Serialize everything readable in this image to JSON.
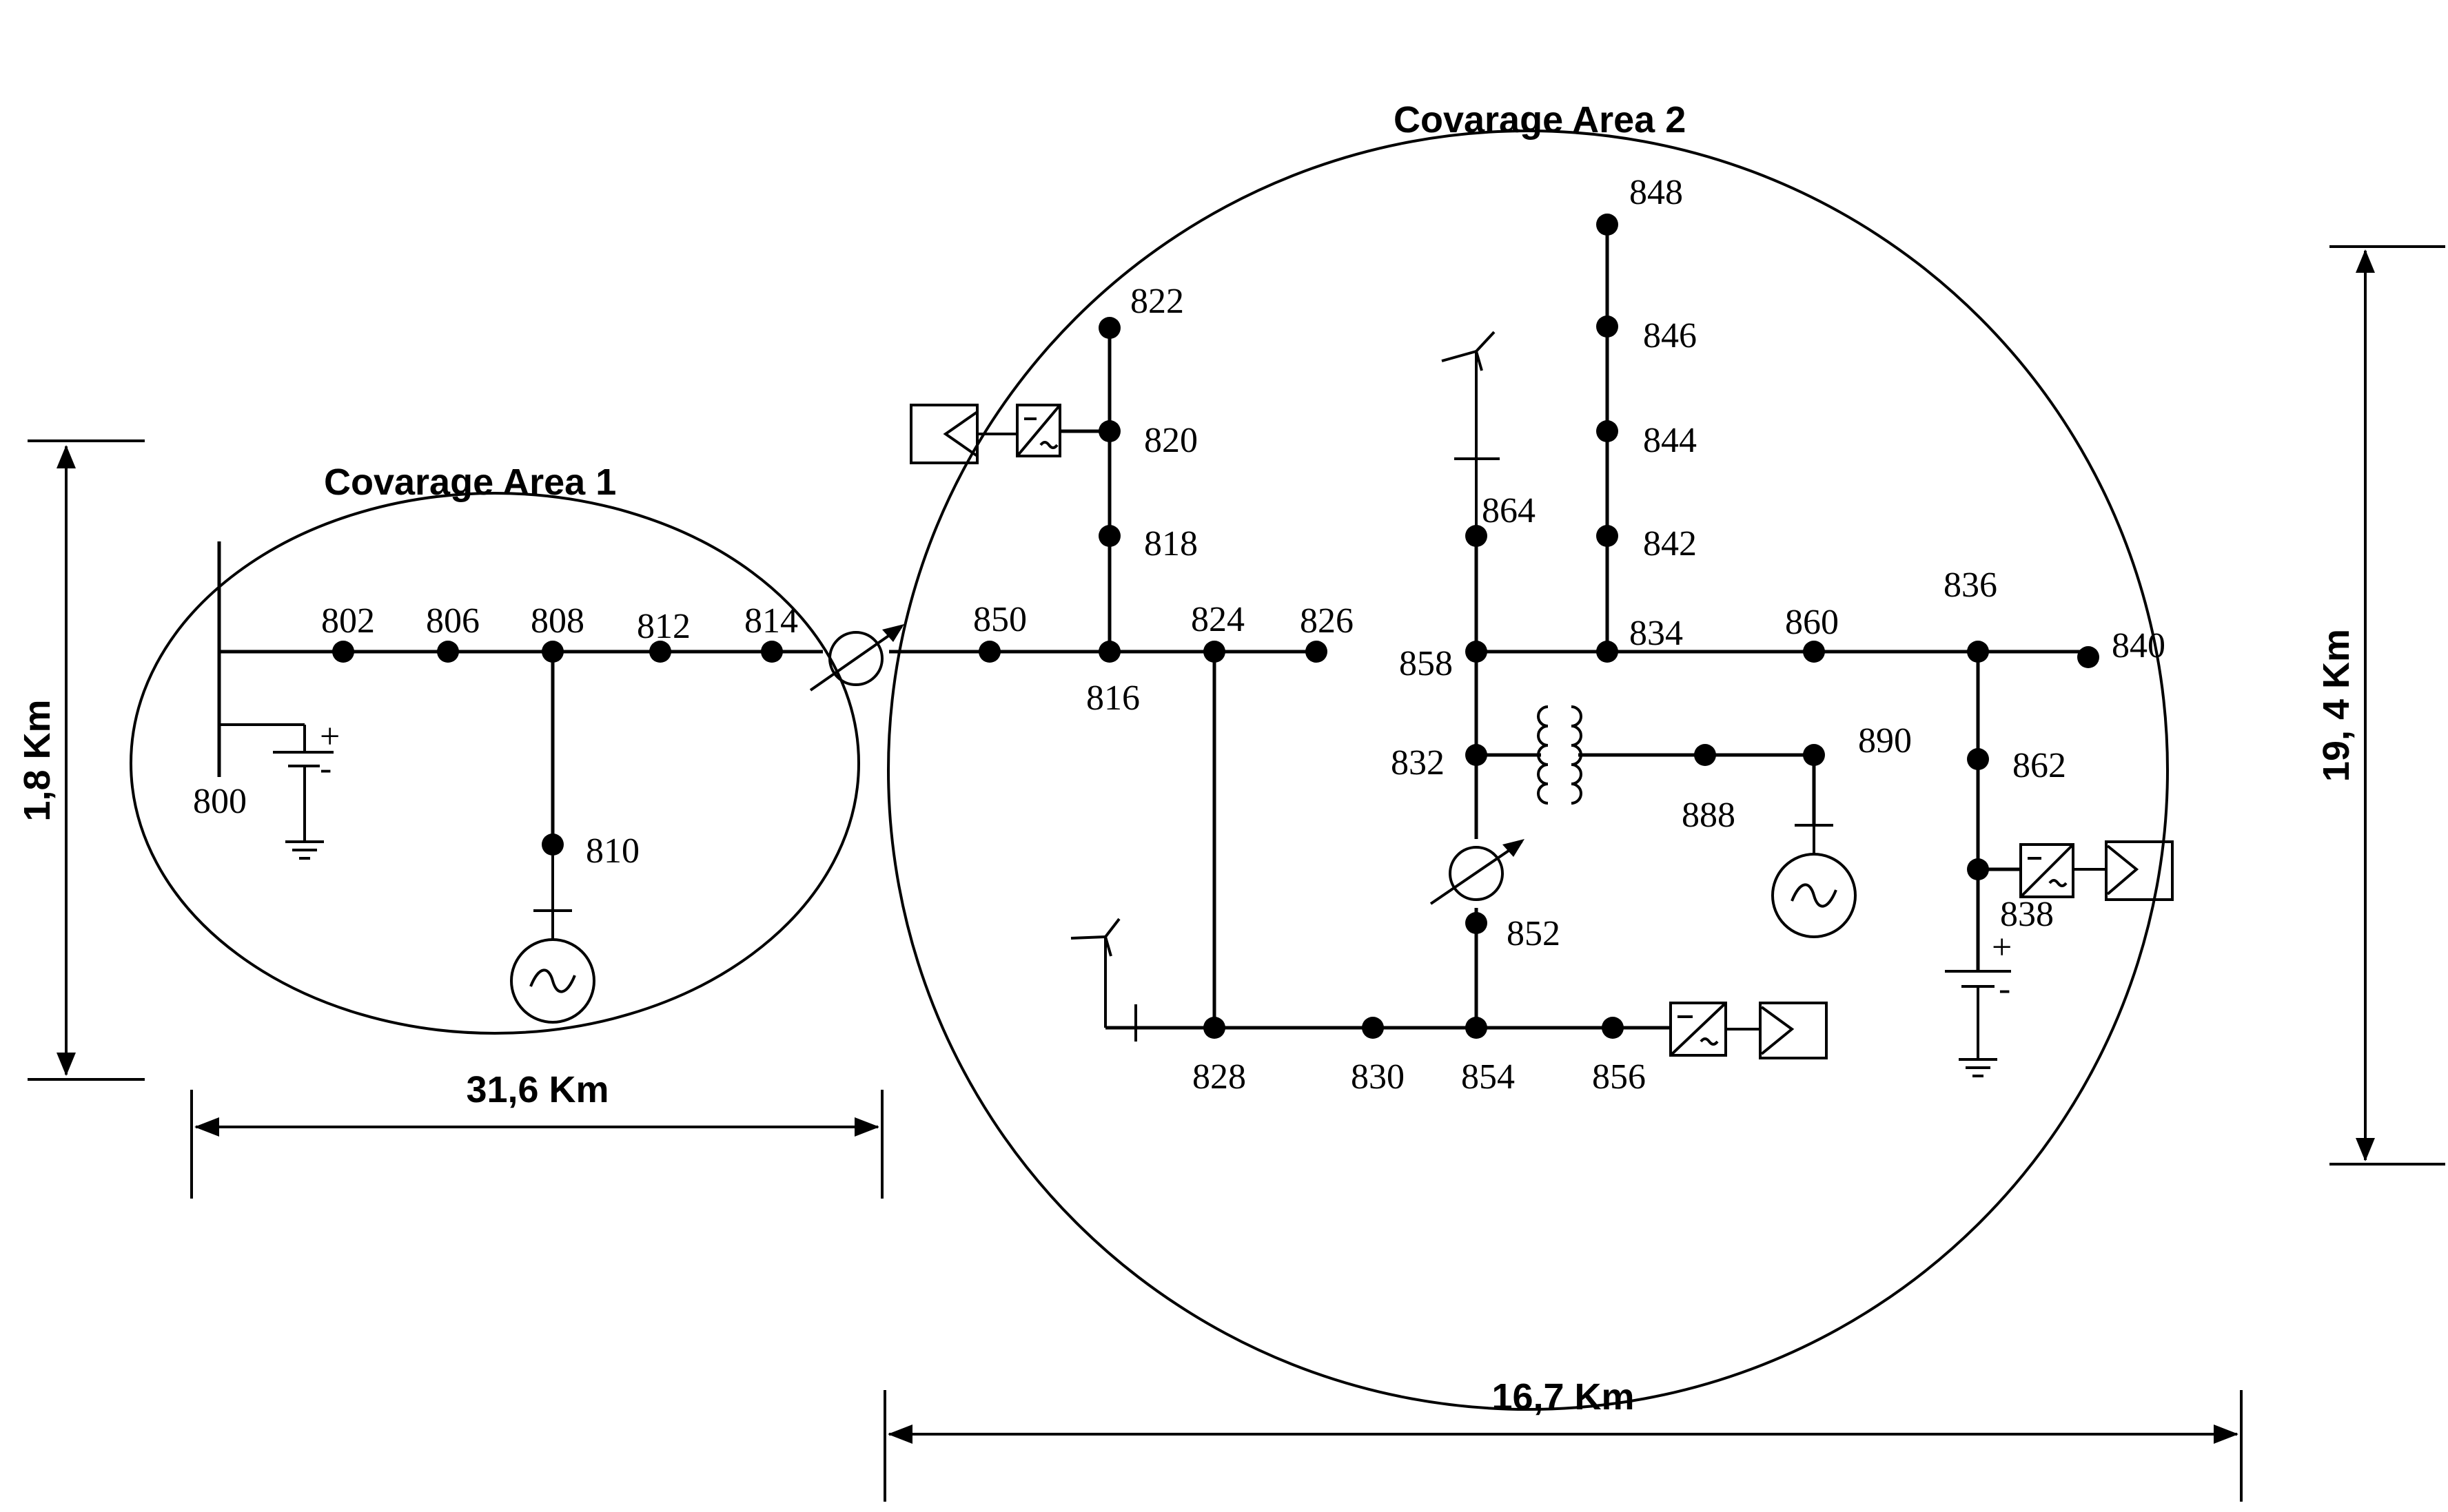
{
  "areas": [
    {
      "id": "area1",
      "title": "Covarage Area 1"
    },
    {
      "id": "area2",
      "title": "Covarage Area 2"
    }
  ],
  "dimensions": {
    "area1_height": "1,8 Km",
    "area1_width": "31,6 Km",
    "area2_height": "19, 4 Km",
    "area2_width": "16,7 Km"
  },
  "buses": [
    {
      "id": "800",
      "label": "800"
    },
    {
      "id": "802",
      "label": "802"
    },
    {
      "id": "806",
      "label": "806"
    },
    {
      "id": "808",
      "label": "808"
    },
    {
      "id": "810",
      "label": "810"
    },
    {
      "id": "812",
      "label": "812"
    },
    {
      "id": "814",
      "label": "814"
    },
    {
      "id": "850",
      "label": "850"
    },
    {
      "id": "816",
      "label": "816"
    },
    {
      "id": "818",
      "label": "818"
    },
    {
      "id": "820",
      "label": "820"
    },
    {
      "id": "822",
      "label": "822"
    },
    {
      "id": "824",
      "label": "824"
    },
    {
      "id": "826",
      "label": "826"
    },
    {
      "id": "828",
      "label": "828"
    },
    {
      "id": "830",
      "label": "830"
    },
    {
      "id": "854",
      "label": "854"
    },
    {
      "id": "856",
      "label": "856"
    },
    {
      "id": "852",
      "label": "852"
    },
    {
      "id": "832",
      "label": "832"
    },
    {
      "id": "858",
      "label": "858"
    },
    {
      "id": "864",
      "label": "864"
    },
    {
      "id": "834",
      "label": "834"
    },
    {
      "id": "842",
      "label": "842"
    },
    {
      "id": "844",
      "label": "844"
    },
    {
      "id": "846",
      "label": "846"
    },
    {
      "id": "848",
      "label": "848"
    },
    {
      "id": "860",
      "label": "860"
    },
    {
      "id": "836",
      "label": "836"
    },
    {
      "id": "840",
      "label": "840"
    },
    {
      "id": "862",
      "label": "862"
    },
    {
      "id": "838",
      "label": "838"
    },
    {
      "id": "888",
      "label": "888"
    },
    {
      "id": "890",
      "label": "890"
    }
  ],
  "icons": {
    "generator": "generator-icon",
    "battery": "battery-icon",
    "ground": "ground-icon",
    "wind_turbine": "wind-turbine-icon",
    "inverter": "inverter-icon",
    "pv_panel": "pv-panel-icon",
    "voltage_regulator": "voltage-regulator-icon",
    "transformer": "transformer-icon"
  },
  "colors": {
    "line": "#000000",
    "background": "#ffffff"
  }
}
